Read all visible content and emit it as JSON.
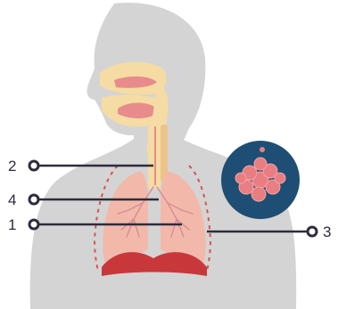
{
  "callouts": [
    {
      "label": "2",
      "target": "trachea"
    },
    {
      "label": "4",
      "target": "bronchi"
    },
    {
      "label": "1",
      "target": "lungs"
    },
    {
      "label": "3",
      "target": "alveoli"
    }
  ],
  "colors": {
    "silhouette": "#d4d4d4",
    "lung": "#f2b9ab",
    "lung_vessel": "#d98b94",
    "diaphragm": "#c8383a",
    "airway": "#f5dca4",
    "nasal_pink": "#e88b8c",
    "line": "#2d2c3c",
    "alveoli_circle": "#1e4e74",
    "alveoli_cluster": "#e87d82"
  }
}
